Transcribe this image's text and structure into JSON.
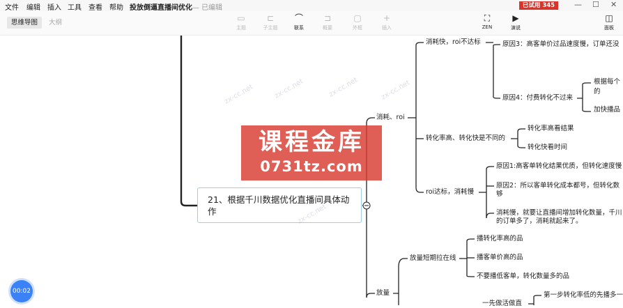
{
  "menu": {
    "items": [
      "文件",
      "编辑",
      "插入",
      "工具",
      "查看",
      "帮助"
    ],
    "doc_title": "投放倒逼直播间优化",
    "edit_status": "— 已编辑",
    "trial": "已试用 345 天"
  },
  "window_controls": {
    "minimize": "—",
    "maximize": "☐",
    "close": "✕"
  },
  "toolbar": {
    "view_tabs": [
      "思维导图",
      "大纲"
    ],
    "tools": [
      "主题",
      "子主题",
      "联系",
      "概要",
      "外框",
      "插入"
    ],
    "zen": "ZEN",
    "present": "演说",
    "panel": "面板"
  },
  "mindmap": {
    "central": "21、根据千川数据优化直播间具体动作",
    "b_xiaohao": "消耗、roi",
    "b_xiaohao_kuai": "消耗快，roi不达标",
    "b_yuanyin3": "原因3：高客单价过品速度慢，订单还没",
    "b_yuanyin4": "原因4：付费转化不过来",
    "b_genju": "根据每个",
    "b_de": "的",
    "b_jiakuai": "加快播品",
    "b_zhuanhua": "转化率高、转化快是不同的",
    "b_zhuanhua_gao": "转化率高看结果",
    "b_zhuanhua_kuai": "转化快看时间",
    "b_roi_man": "roi达标，消耗慢",
    "b_yuanyin1": "原因1:高客单转化结果优质，但转化速度慢",
    "b_yuanyin2_l1": "原因2：所以客单转化成本都号，但转化数",
    "b_yuanyin2_l2": "够",
    "b_xiaohao_man_l1": "消耗慢，就要让直播间增加转化数量，千川",
    "b_xiaohao_man_l2": "的订单多了，消耗就起来了。",
    "b_fangliang": "放量",
    "b_duanqi": "放量短期拉在线",
    "b_bo_gao": "播转化率高的品",
    "b_bo_kedan": "播客单价高的品",
    "b_bu_yao": "不要播低客单，转化数量多的品",
    "b_xian_zuo": "一先做活做直",
    "b_diyi": "第一步转化率低的先播多一"
  },
  "watermark": {
    "line1": "课程金库",
    "line2": "0731tz.com",
    "faint": "zx-cc.net"
  },
  "timer": "00:02"
}
